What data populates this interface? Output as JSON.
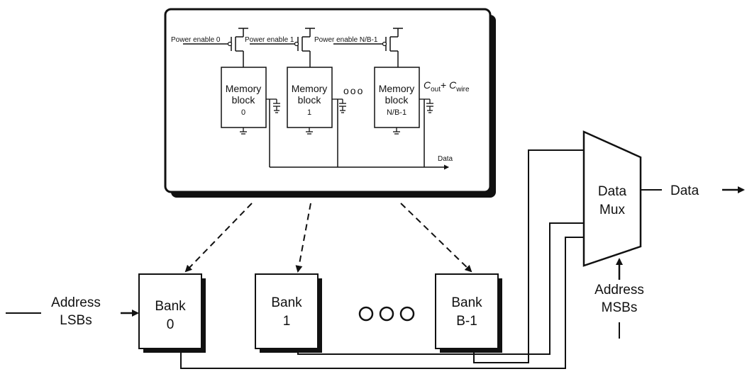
{
  "inset": {
    "power_enables": [
      "Power enable 0",
      "Power enable 1",
      "Power enable N/B-1"
    ],
    "blocks": [
      {
        "line1": "Memory",
        "line2": "block",
        "line3": "0"
      },
      {
        "line1": "Memory",
        "line2": "block",
        "line3": "1"
      },
      {
        "line1": "Memory",
        "line2": "block",
        "line3": "N/B-1"
      }
    ],
    "ellipsis": "ooo",
    "cap_label": {
      "c1": "C",
      "c1_sub": "out",
      "plus": "+ ",
      "c2": "C",
      "c2_sub": "wire"
    },
    "data_label": "Data"
  },
  "banks": [
    {
      "line1": "Bank",
      "line2": "0"
    },
    {
      "line1": "Bank",
      "line2": "1"
    },
    {
      "line1": "Bank",
      "line2": "B-1"
    }
  ],
  "address_lsbs": {
    "line1": "Address",
    "line2": "LSBs"
  },
  "address_msbs": {
    "line1": "Address",
    "line2": "MSBs"
  },
  "mux": {
    "line1": "Data",
    "line2": "Mux"
  },
  "output_label": "Data"
}
